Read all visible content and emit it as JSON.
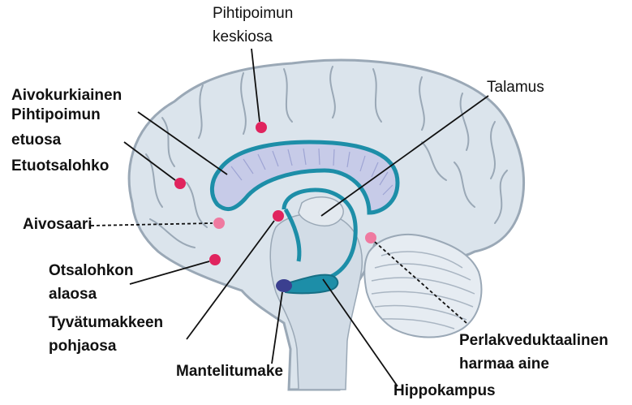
{
  "colors": {
    "brain_fill": "#dbe4ec",
    "brain_stroke": "#9aa8b6",
    "limbic_stroke": "#1d8ea8",
    "ventricle_fill": "#c7cbe8",
    "marker_dark": "#e0245e",
    "marker_light": "#ef7aa0",
    "amygdala": "#3b3f8f"
  },
  "labels": {
    "pihtipoimun_keskiosa_1": "Pihtipoimun",
    "pihtipoimun_keskiosa_2": "keskiosa",
    "aivokurkiainen": "Aivokurkiainen",
    "pihtipoimun_etuosa_1": "Pihtipoimun",
    "pihtipoimun_etuosa_2": "etuosa",
    "etuotsalohko": "Etuotsalohko",
    "aivosaari": "Aivosaari",
    "otsalohkon_alaosa_1": "Otsalohkon",
    "otsalohkon_alaosa_2": "alaosa",
    "tyvatumakkeen_1": "Tyvätumakkeen",
    "tyvatumakkeen_2": "pohjaosa",
    "mantelitumake": "Mantelitumake",
    "talamus": "Talamus",
    "perlakveduktaalinen_1": "Perlakveduktaalinen",
    "perlakveduktaalinen_2": "harmaa aine",
    "hippokampus": "Hippokampus"
  }
}
